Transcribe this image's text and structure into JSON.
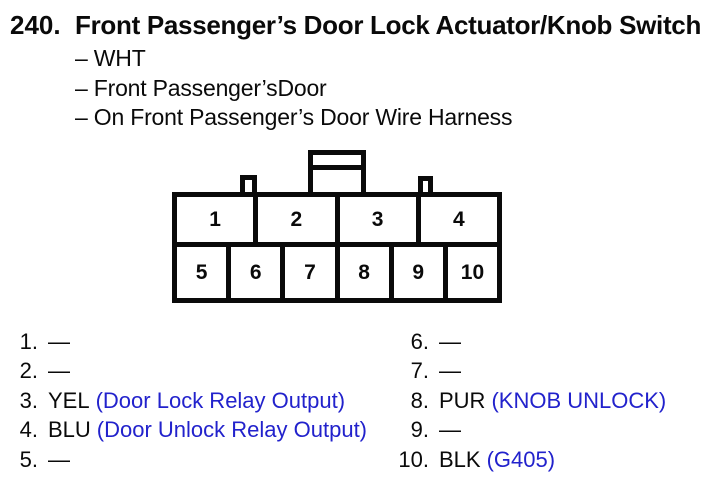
{
  "page": {
    "item_number": "240.",
    "title": "Front Passenger’s Door Lock Actuator/Knob Switch",
    "subtitle_items": [
      "– WHT",
      "– Front Passenger’sDoor",
      "– On Front Passenger’s Door Wire Harness"
    ]
  },
  "connector": {
    "top_row_pins": [
      "1",
      "2",
      "3",
      "4"
    ],
    "bottom_row_pins": [
      "5",
      "6",
      "7",
      "8",
      "9",
      "10"
    ]
  },
  "pin_list": {
    "left": [
      {
        "num": "1.",
        "wire": "—",
        "desc": ""
      },
      {
        "num": "2.",
        "wire": "—",
        "desc": ""
      },
      {
        "num": "3.",
        "wire": "YEL",
        "desc": "(Door Lock Relay Output)"
      },
      {
        "num": "4.",
        "wire": "BLU",
        "desc": "(Door Unlock Relay Output)"
      },
      {
        "num": "5.",
        "wire": "—",
        "desc": ""
      }
    ],
    "right": [
      {
        "num": "6.",
        "wire": "—",
        "desc": ""
      },
      {
        "num": "7.",
        "wire": "—",
        "desc": ""
      },
      {
        "num": "8.",
        "wire": "PUR",
        "desc": "(KNOB UNLOCK)"
      },
      {
        "num": "9.",
        "wire": "—",
        "desc": ""
      },
      {
        "num": "10.",
        "wire": "BLK",
        "desc": "(G405)"
      }
    ]
  },
  "colors": {
    "annotation_blue": "#2222cc",
    "ink_black": "#0a0a0a",
    "background": "#ffffff"
  }
}
